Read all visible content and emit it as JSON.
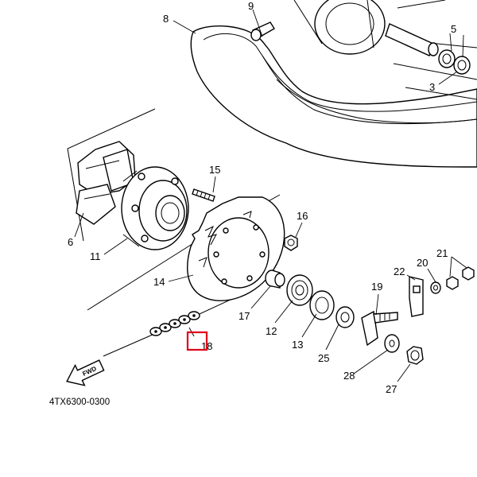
{
  "diagram": {
    "diagram_code": "4TX6300-0300",
    "forward_arrow_label": "FWD",
    "callouts": {
      "n3": "3",
      "n5": "5",
      "n6": "6",
      "n8": "8",
      "n9": "9",
      "n11": "11",
      "n12": "12",
      "n13": "13",
      "n14": "14",
      "n15": "15",
      "n16": "16",
      "n17": "17",
      "n18": "18",
      "n19": "19",
      "n20": "20",
      "n21": "21",
      "n22": "22",
      "n25": "25",
      "n27": "27",
      "n28": "28"
    },
    "highlighted_callout": "18",
    "highlight_color": "#e0001a"
  }
}
